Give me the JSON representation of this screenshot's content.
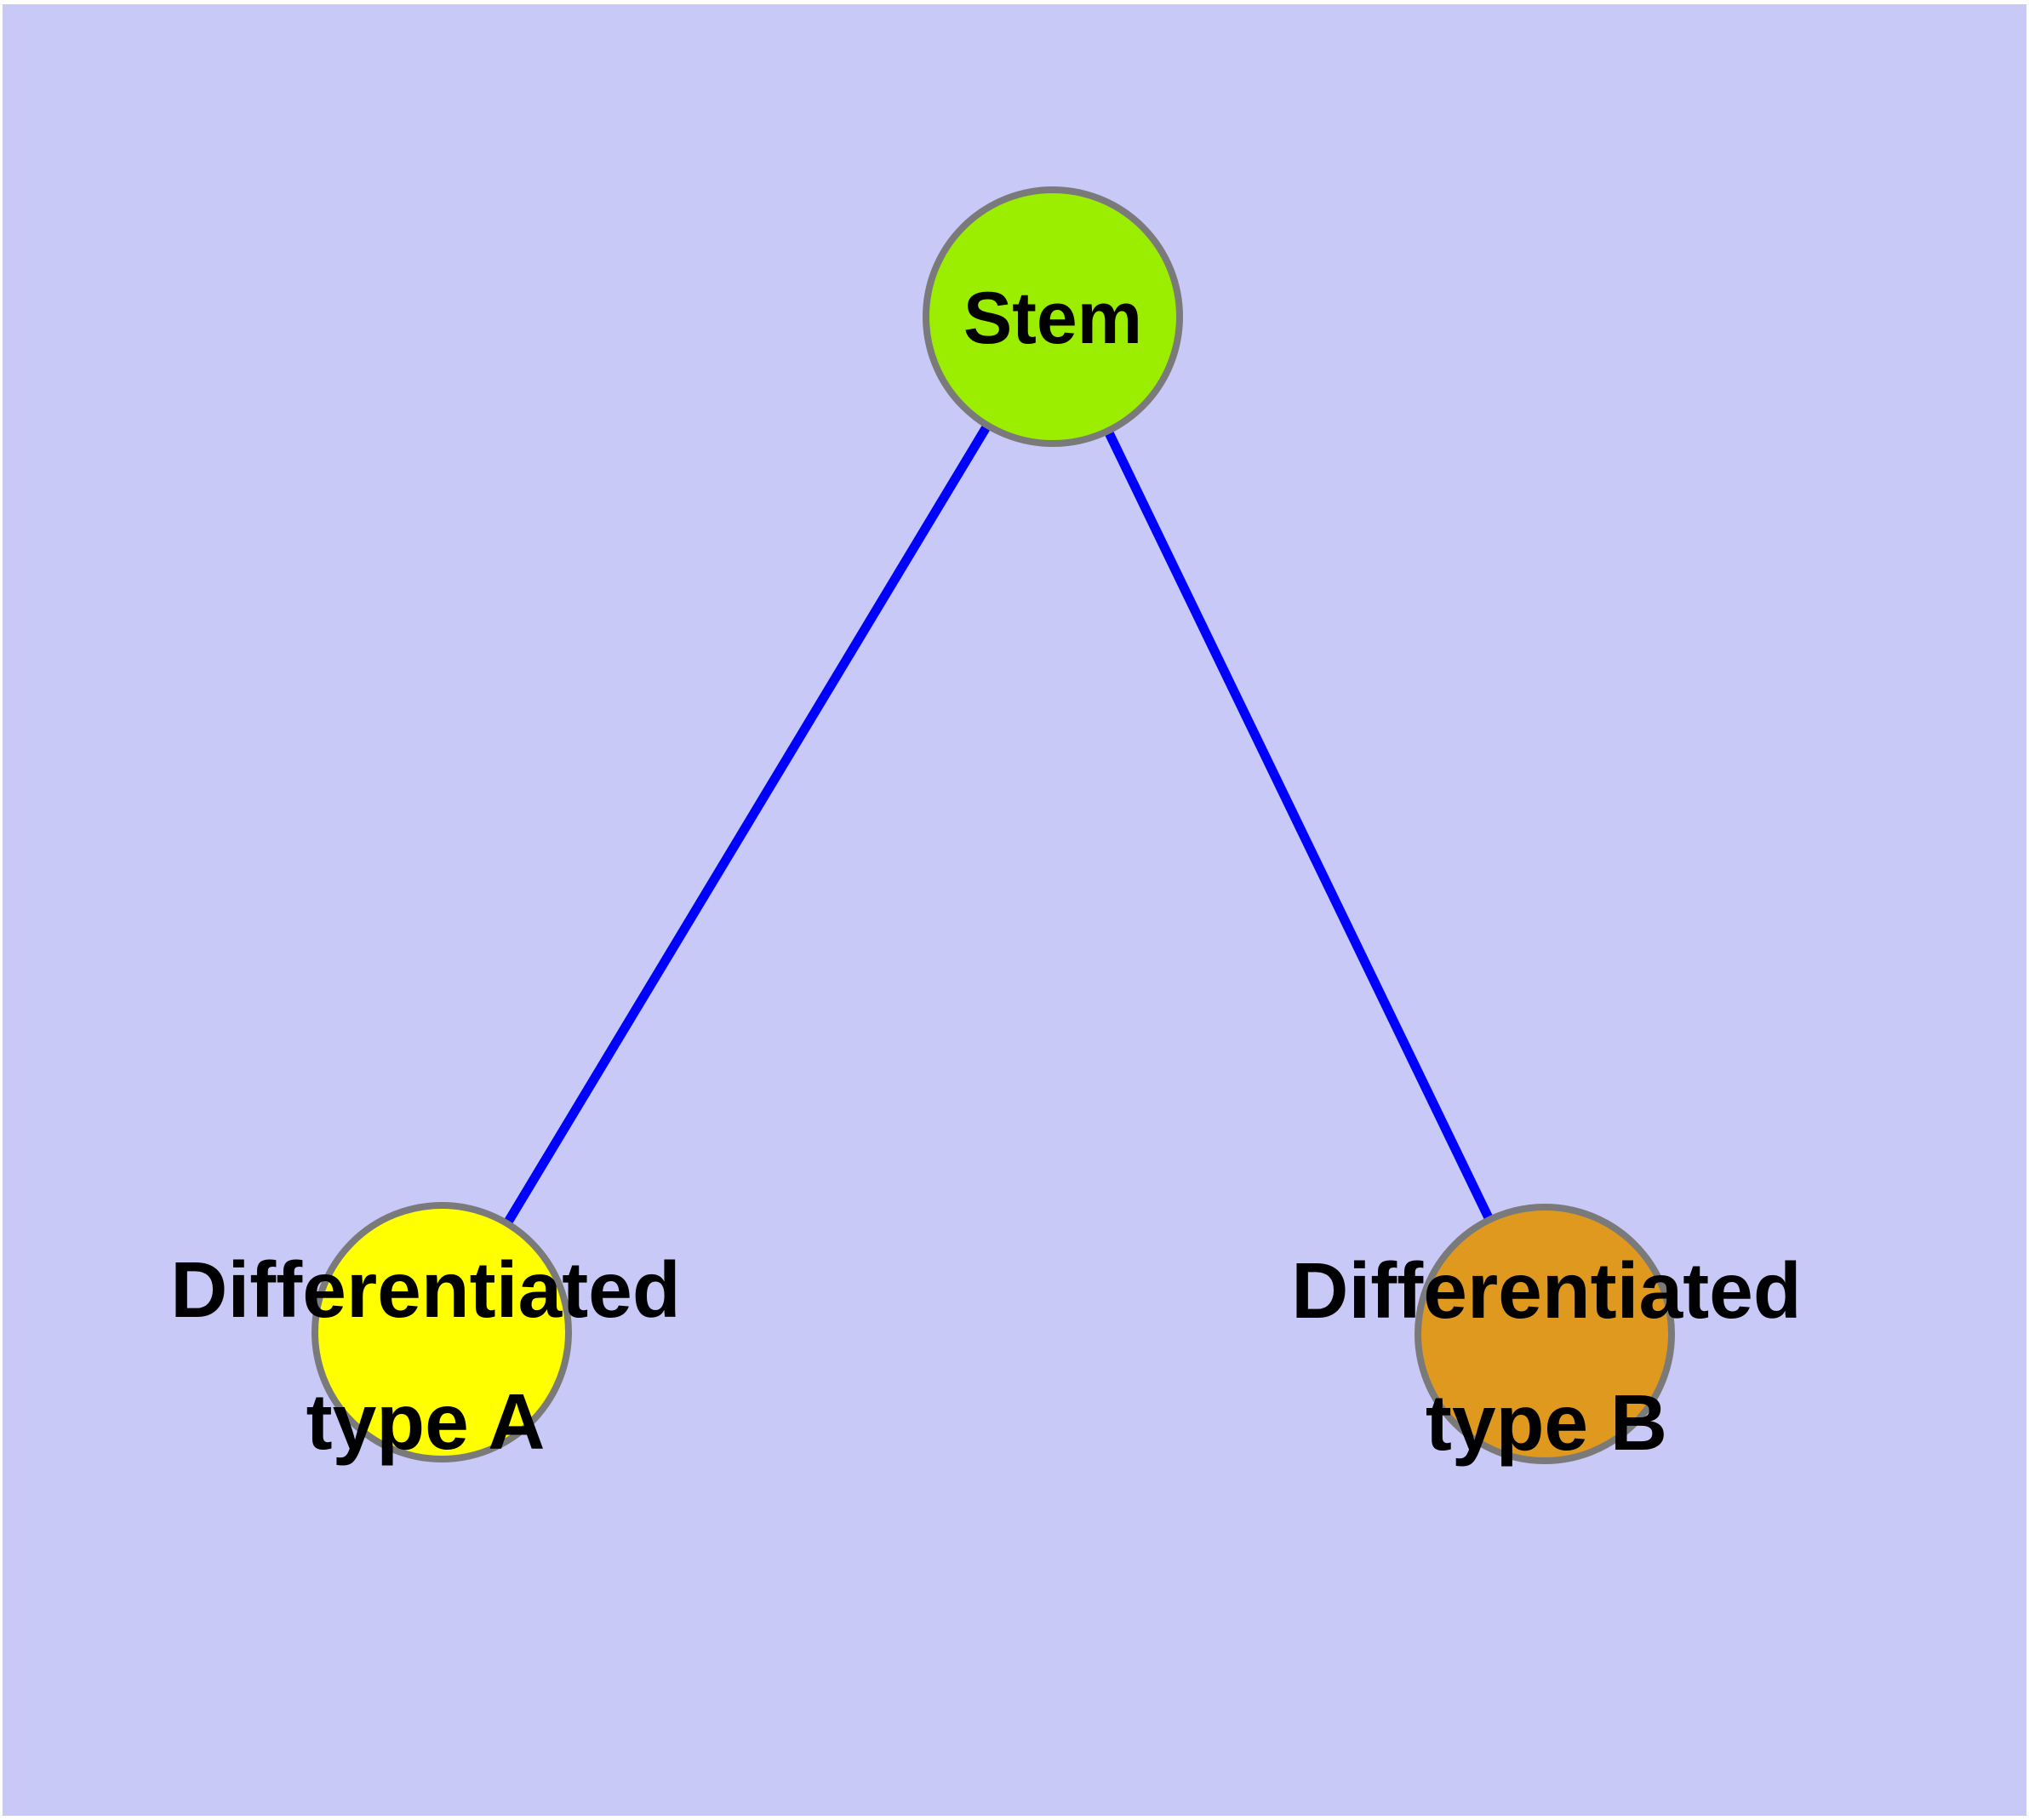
{
  "diagram": {
    "type": "node-link-graph",
    "background_color": "#C9C9F8",
    "frame_color": "#FFFFFF",
    "edge_color": "#0000FF",
    "node_border_color": "#7A7A7A",
    "label_color": "#000000",
    "nodes": [
      {
        "id": "stem",
        "label": "Stem",
        "fill": "#9BEE00"
      },
      {
        "id": "diff-a",
        "label_line1": "Differentiated",
        "label_line2": "type A",
        "fill": "#FFFF00"
      },
      {
        "id": "diff-b",
        "label_line1": "Differentiated",
        "label_line2": "type B",
        "fill": "#E0991F"
      }
    ],
    "edges": [
      {
        "from": "stem",
        "to": "diff-a"
      },
      {
        "from": "stem",
        "to": "diff-b"
      }
    ]
  }
}
